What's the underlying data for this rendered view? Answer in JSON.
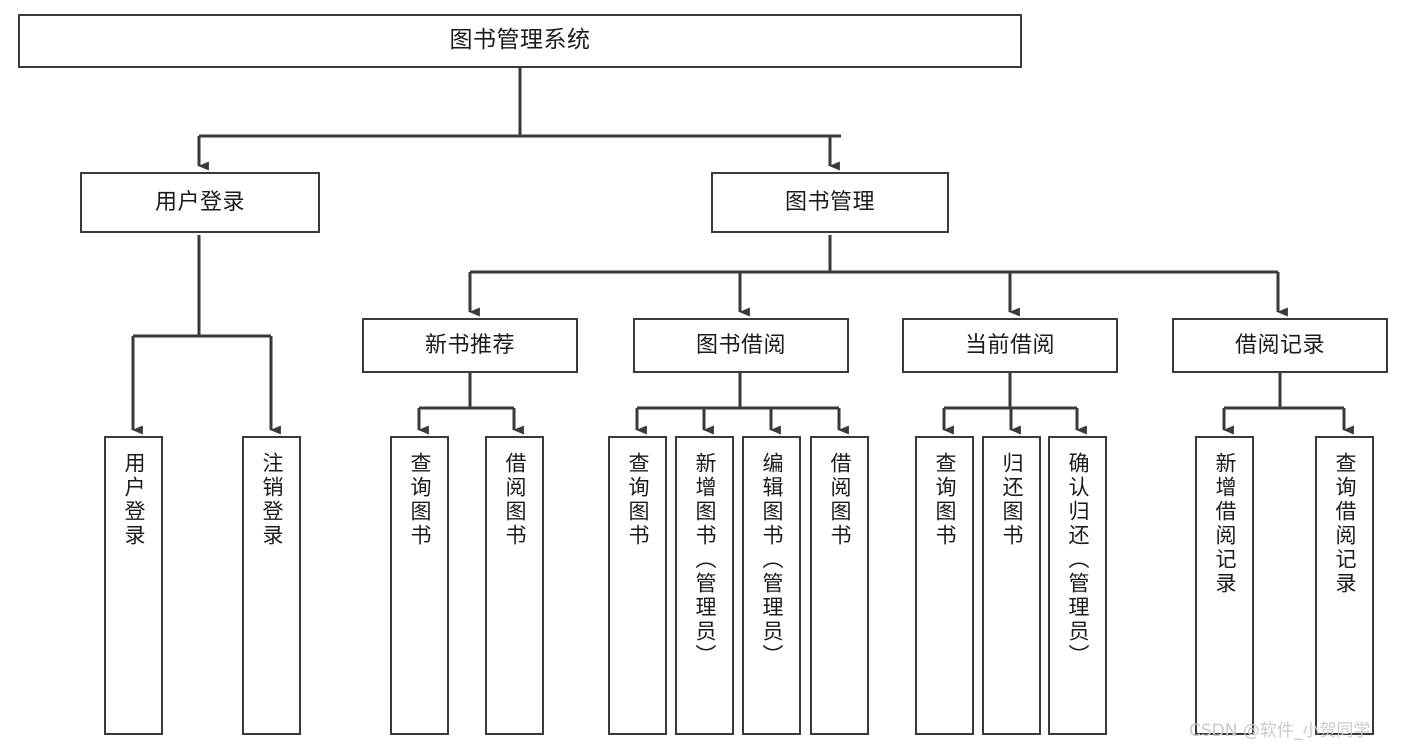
{
  "diagram": {
    "title": "图书管理系统",
    "type": "tree",
    "orientation": "top-down",
    "background_color": "#ffffff",
    "line_color": "#3a3a3a",
    "box_border_color": "#3a3a3a",
    "text_color": "#1b1b1b"
  },
  "watermark": {
    "text": "CSDN @软件_小贺同学",
    "color": "#c9c9c9"
  },
  "nodes": {
    "root": {
      "label": "图书管理系统"
    },
    "level1": [
      {
        "label": "用户登录"
      },
      {
        "label": "图书管理"
      }
    ],
    "level2": [
      {
        "label": "新书推荐"
      },
      {
        "label": "图书借阅"
      },
      {
        "label": "当前借阅"
      },
      {
        "label": "借阅记录"
      }
    ],
    "leaves": {
      "user_login": [
        {
          "label": "用户登录"
        },
        {
          "label": "注销登录"
        }
      ],
      "new_book_recommend": [
        {
          "label": "查询图书"
        },
        {
          "label": "借阅图书"
        }
      ],
      "book_borrow": [
        {
          "label": "查询图书"
        },
        {
          "label": "新增图书（管理员）"
        },
        {
          "label": "编辑图书（管理员）"
        },
        {
          "label": "借阅图书"
        }
      ],
      "current_borrow": [
        {
          "label": "查询图书"
        },
        {
          "label": "归还图书"
        },
        {
          "label": "确认归还（管理员）"
        }
      ],
      "borrow_record": [
        {
          "label": "新增借阅记录"
        },
        {
          "label": "查询借阅记录"
        }
      ]
    }
  },
  "chart_data": {
    "type": "tree",
    "title": "图书管理系统",
    "edges_style": "orthogonal-with-arrowheads",
    "tree": {
      "name": "图书管理系统",
      "children": [
        {
          "name": "用户登录",
          "children": [
            {
              "name": "用户登录"
            },
            {
              "name": "注销登录"
            }
          ]
        },
        {
          "name": "图书管理",
          "children": [
            {
              "name": "新书推荐",
              "children": [
                {
                  "name": "查询图书"
                },
                {
                  "name": "借阅图书"
                }
              ]
            },
            {
              "name": "图书借阅",
              "children": [
                {
                  "name": "查询图书"
                },
                {
                  "name": "新增图书（管理员）"
                },
                {
                  "name": "编辑图书（管理员）"
                },
                {
                  "name": "借阅图书"
                }
              ]
            },
            {
              "name": "当前借阅",
              "children": [
                {
                  "name": "查询图书"
                },
                {
                  "name": "归还图书"
                },
                {
                  "name": "确认归还（管理员）"
                }
              ]
            },
            {
              "name": "借阅记录",
              "children": [
                {
                  "name": "新增借阅记录"
                },
                {
                  "name": "查询借阅记录"
                }
              ]
            }
          ]
        }
      ]
    }
  }
}
